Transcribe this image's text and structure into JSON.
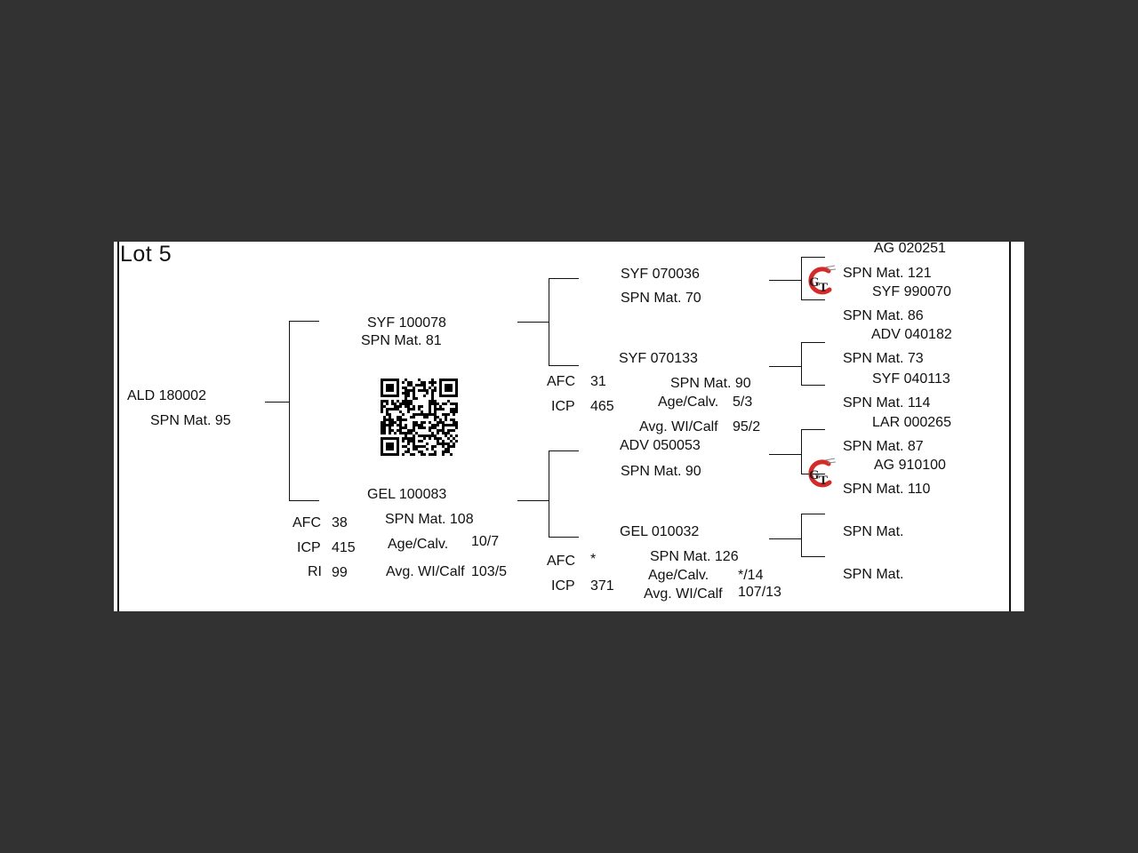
{
  "lot_title": "Lot 5",
  "animal": {
    "id": "ALD 180002",
    "spn": "SPN Mat. 95"
  },
  "sire": {
    "id": "SYF 100078",
    "spn": "SPN Mat. 81"
  },
  "dam": {
    "id": "GEL 100083",
    "spn": "SPN Mat. 108",
    "stats": {
      "afc_label": "AFC",
      "afc_value": "38",
      "icp_label": "ICP",
      "icp_value": "415",
      "ri_label": "RI",
      "ri_value": "99",
      "age_label": "Age/Calv.",
      "age_value": "10/7",
      "avg_label": "Avg. WI/Calf",
      "avg_value": "103/5"
    }
  },
  "ss": {
    "id": "SYF 070036",
    "spn": "SPN Mat. 70"
  },
  "sd": {
    "id": "SYF 070133",
    "spn": "SPN Mat. 90",
    "stats": {
      "afc_label": "AFC",
      "afc_value": "31",
      "icp_label": "ICP",
      "icp_value": "465",
      "age_label": "Age/Calv.",
      "age_value": "5/3",
      "avg_label": "Avg. WI/Calf",
      "avg_value": "95/2"
    }
  },
  "ds": {
    "id": "ADV 050053",
    "spn": "SPN Mat. 90"
  },
  "dd": {
    "id": "GEL 010032",
    "spn": "SPN Mat. 126",
    "stats": {
      "afc_label": "AFC",
      "afc_value": "*",
      "icp_label": "ICP",
      "icp_value": "371",
      "age_label": "Age/Calv.",
      "age_value": "*/14",
      "avg_label": "Avg. WI/Calf",
      "avg_value": "107/13"
    }
  },
  "gen4": [
    {
      "id": "AG  020251",
      "spn": "SPN Mat. 121"
    },
    {
      "id": "SYF 990070",
      "spn": "SPN Mat. 86"
    },
    {
      "id": "ADV 040182",
      "spn": "SPN Mat. 73"
    },
    {
      "id": "SYF 040113",
      "spn": "SPN Mat. 114"
    },
    {
      "id": "LAR 000265",
      "spn": "SPN Mat. 87"
    },
    {
      "id": "AG  910100",
      "spn": "SPN Mat. 110"
    },
    {
      "spn": "SPN Mat."
    },
    {
      "spn": "SPN Mat."
    }
  ],
  "logo_text": "GT",
  "logo_colors": {
    "red": "#d42a2a",
    "dark": "#222222"
  },
  "qr_code_icon": "qr-code-icon"
}
